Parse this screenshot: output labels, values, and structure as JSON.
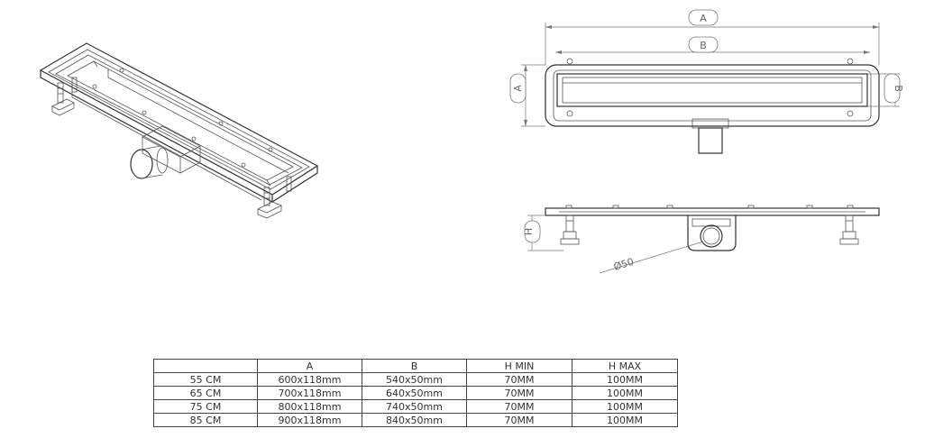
{
  "dimension_labels": {
    "overall_length": "A",
    "inner_length": "B",
    "overall_width": "A",
    "inner_width": "B",
    "height": "H",
    "outlet_diameter": "Ø50"
  },
  "table": {
    "headers": [
      "",
      "A",
      "B",
      "H MIN",
      "H MAX"
    ],
    "rows": [
      [
        "55 CM",
        "600x118mm",
        "540x50mm",
        "70MM",
        "100MM"
      ],
      [
        "65 CM",
        "700x118mm",
        "640x50mm",
        "70MM",
        "100MM"
      ],
      [
        "75 CM",
        "800x118mm",
        "740x50mm",
        "70MM",
        "100MM"
      ],
      [
        "85 CM",
        "900x118mm",
        "840x50mm",
        "70MM",
        "100MM"
      ]
    ]
  }
}
